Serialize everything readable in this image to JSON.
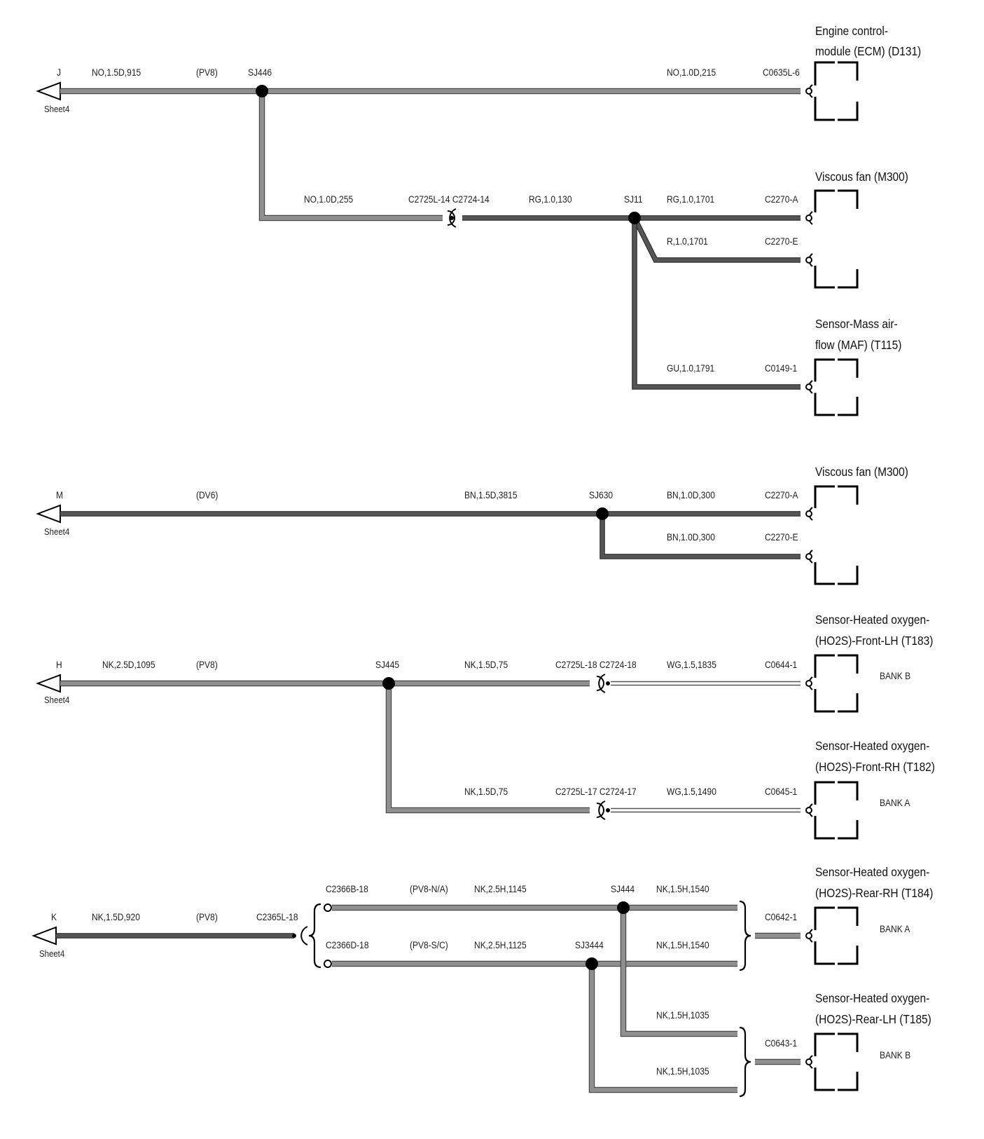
{
  "components": {
    "ecm": [
      "Engine control-",
      "module (ECM) (D131)"
    ],
    "fan1": [
      "Viscous fan (M300)"
    ],
    "maf": [
      "Sensor-Mass air-",
      "flow (MAF) (T115)"
    ],
    "fan2": [
      "Viscous fan (M300)"
    ],
    "ho2s_flh": [
      "Sensor-Heated oxygen-",
      "(HO2S)-Front-LH (T183)"
    ],
    "ho2s_frh": [
      "Sensor-Heated oxygen-",
      "(HO2S)-Front-RH (T182)"
    ],
    "ho2s_rrh": [
      "Sensor-Heated oxygen-",
      "(HO2S)-Rear-RH (T184)"
    ],
    "ho2s_rlh": [
      "Sensor-Heated oxygen-",
      "(HO2S)-Rear-LH (T185)"
    ]
  },
  "banks": {
    "flh": "BANK B",
    "frh": "BANK A",
    "rrh": "BANK A",
    "rlh": "BANK B"
  },
  "offsheet": {
    "j": {
      "letter": "J",
      "sheet": "Sheet4"
    },
    "m": {
      "letter": "M",
      "sheet": "Sheet4"
    },
    "h": {
      "letter": "H",
      "sheet": "Sheet4"
    },
    "k": {
      "letter": "K",
      "sheet": "Sheet4"
    }
  },
  "circuit_j": {
    "wire_in": "NO,1.5D,915",
    "option": "(PV8)",
    "splice": "SJ446",
    "wire_ecm": "NO,1.0D,215",
    "conn_ecm": "C0635L-6",
    "wire_branch": "NO,1.0D,255",
    "inline_conn": "C2725L-14 C2724-14",
    "wire_rg": "RG,1.0,130",
    "splice2": "SJ11",
    "wire_fan_a": "RG,1.0,1701",
    "conn_fan_a": "C2270-A",
    "wire_fan_e": "R,1.0,1701",
    "conn_fan_e": "C2270-E",
    "wire_maf": "GU,1.0,1791",
    "conn_maf": "C0149-1"
  },
  "circuit_m": {
    "option": "(DV6)",
    "wire_in": "BN,1.5D,3815",
    "splice": "SJ630",
    "wire_a": "BN,1.0D,300",
    "conn_a": "C2270-A",
    "wire_e": "BN,1.0D,300",
    "conn_e": "C2270-E"
  },
  "circuit_h": {
    "wire_in": "NK,2.5D,1095",
    "option": "(PV8)",
    "splice": "SJ445",
    "wire_top": "NK,1.5D,75",
    "inline_top": "C2725L-18 C2724-18",
    "wire_wg_top": "WG,1.5,1835",
    "conn_top": "C0644-1",
    "wire_bot": "NK,1.5D,75",
    "inline_bot": "C2725L-17 C2724-17",
    "wire_wg_bot": "WG,1.5,1490",
    "conn_bot": "C0645-1"
  },
  "circuit_k": {
    "wire_in": "NK,1.5D,920",
    "option": "(PV8)",
    "conn_in": "C2365L-18",
    "conn_b": "C2366B-18",
    "option_b": "(PV8-N/A)",
    "wire_b": "NK,2.5H,1145",
    "splice_b": "SJ444",
    "wire_b_out": "NK,1.5H,1540",
    "conn_d": "C2366D-18",
    "option_d": "(PV8-S/C)",
    "wire_d": "NK,2.5H,1125",
    "splice_d": "SJ3444",
    "wire_d_out": "NK,1.5H,1540",
    "conn_rrh": "C0642-1",
    "wire_lh1": "NK,1.5H,1035",
    "wire_lh2": "NK,1.5H,1035",
    "conn_rlh": "C0643-1"
  }
}
